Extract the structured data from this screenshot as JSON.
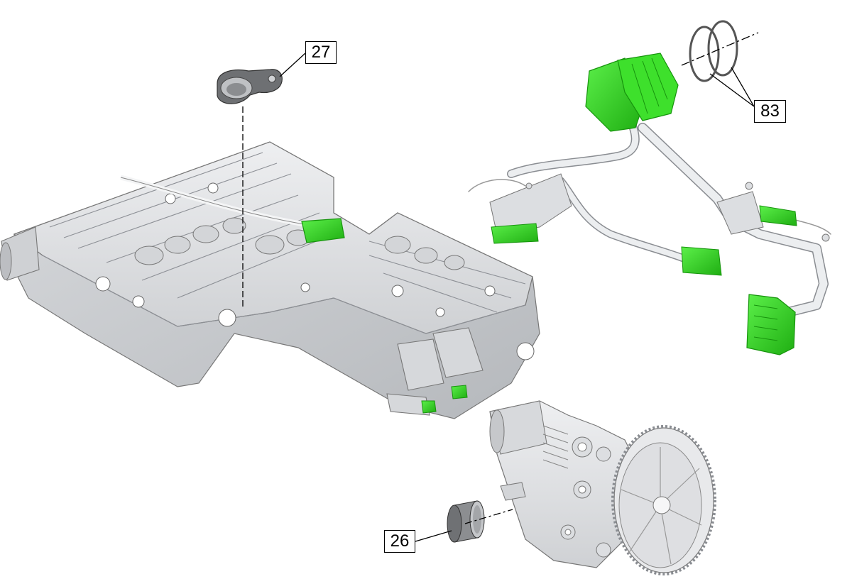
{
  "callouts": {
    "c27": "27",
    "c83": "83",
    "c26": "26"
  },
  "colors": {
    "metal_fill": "#e4e5e7",
    "metal_shade": "#c9cbce",
    "metal_dark": "#a9acb1",
    "highlight_green": "#2fd11f",
    "green_dark": "#17940d",
    "line": "#333333"
  }
}
